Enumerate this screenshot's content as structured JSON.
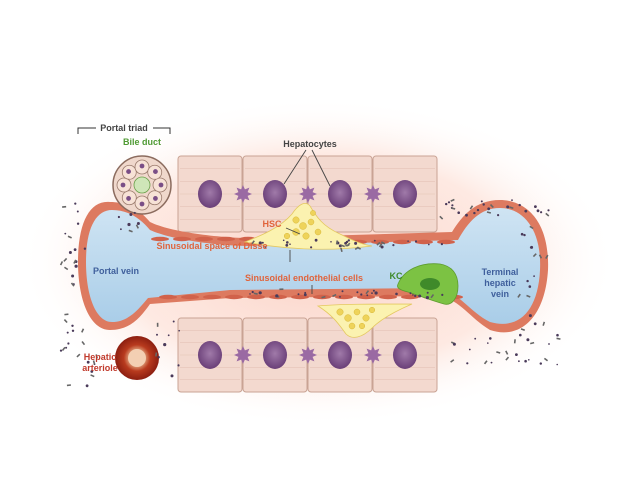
{
  "labels": {
    "portal_triad": "Portal triad",
    "bile_duct": "Bile duct",
    "hepatocytes": "Hepatocytes",
    "hsc": "HSC",
    "space_of_disse": "Sinusoidal space of Disse",
    "portal_vein": "Portal vein",
    "sinusoidal_endothelial_cells": "Sinusoidal endothelial cells",
    "kc": "KC",
    "terminal_hepatic_vein_line1": "Terminal",
    "terminal_hepatic_vein_line2": "hepatic",
    "terminal_hepatic_vein_line3": "vein",
    "hepatic_arteriole_line1": "Hepatic",
    "hepatic_arteriole_line2": "arteriole"
  },
  "colors": {
    "background_glow": "#fbd6cc",
    "hepatocyte_fill": "#f3d9cf",
    "hepatocyte_stroke": "#c9a394",
    "nucleus": "#7a4e86",
    "vein_fill": "#bcd9ee",
    "endothelium": "#d1624b",
    "hsc_fill": "#fbf2b0",
    "hsc_droplet": "#eed35a",
    "kc_fill": "#7cc243",
    "arteriole": "#b32a18",
    "bile_duct_text": "#4f9a33",
    "orange_text": "#e0643c",
    "blue_text": "#3f5f9c",
    "red_text": "#c0392b",
    "dark_text": "#444444"
  }
}
